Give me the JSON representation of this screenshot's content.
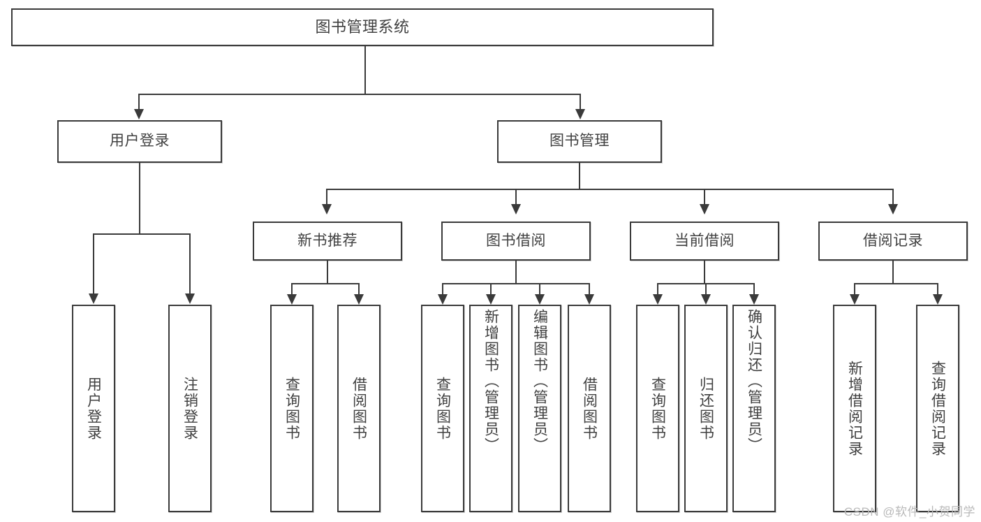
{
  "diagram": {
    "title": "图书管理系统",
    "type": "tree",
    "watermark": "CSDN @软件_小贺同学",
    "colors": {
      "border": "#3a3a3a",
      "background": "#ffffff",
      "text": "#404040",
      "watermark": "#b9b9b9"
    },
    "root": {
      "label": "图书管理系统"
    },
    "level1": [
      {
        "label": "用户登录"
      },
      {
        "label": "图书管理"
      }
    ],
    "level2": [
      {
        "label": "新书推荐"
      },
      {
        "label": "图书借阅"
      },
      {
        "label": "当前借阅"
      },
      {
        "label": "借阅记录"
      }
    ],
    "leaves": {
      "user_login": [
        {
          "label": "用户登录"
        },
        {
          "label": "注销登录"
        }
      ],
      "new_book_recommend": [
        {
          "label": "查询图书"
        },
        {
          "label": "借阅图书"
        }
      ],
      "book_borrow": [
        {
          "label": "查询图书"
        },
        {
          "label": "新增图书（管理员）"
        },
        {
          "label": "编辑图书（管理员）"
        },
        {
          "label": "借阅图书"
        }
      ],
      "current_borrow": [
        {
          "label": "查询图书"
        },
        {
          "label": "归还图书"
        },
        {
          "label": "确认归还（管理员）"
        }
      ],
      "borrow_record": [
        {
          "label": "新增借阅记录"
        },
        {
          "label": "查询借阅记录"
        }
      ]
    }
  }
}
